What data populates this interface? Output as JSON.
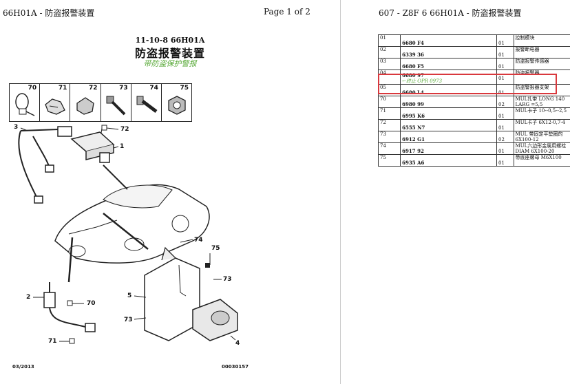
{
  "left_page": {
    "header_title": "66H01A - 防盗报警装置",
    "page_indicator": "Page 1 of 2",
    "ref_code": "11-10-8 66H01A",
    "title": "防盗报警装置",
    "subtitle": "带防盗保护警报",
    "strip_items": [
      "70",
      "71",
      "72",
      "73",
      "74",
      "75"
    ],
    "callouts": [
      "3",
      "72",
      "1",
      "74",
      "75",
      "73",
      "5",
      "73",
      "4",
      "2",
      "70",
      "71"
    ],
    "footer_date": "03/2013",
    "footer_code": "00030157"
  },
  "right_page": {
    "header_title": "607 - Z8F 6 66H01A - 防盗报警装置",
    "rows": [
      {
        "item": "01",
        "part": "6680 F4",
        "note": "",
        "qty": "01",
        "desc": "控制模块"
      },
      {
        "item": "02",
        "part": "6339 36",
        "note": "",
        "qty": "01",
        "desc": "报警断电器"
      },
      {
        "item": "03",
        "part": "6680 F5",
        "note": "",
        "qty": "01",
        "desc": "防盗报警传感器"
      },
      {
        "item": "04",
        "part": "6680 97",
        "note": "←终止 OPR 0973",
        "qty": "01",
        "desc": "防盗报警器"
      },
      {
        "item": "05",
        "part": "6680 L4",
        "note": "",
        "qty": "01",
        "desc": "防盗警报器支架"
      },
      {
        "item": "70",
        "part": "6980 99",
        "note": "",
        "qty": "02",
        "desc": "MUL扎带 LONG 140 LARG =5,5"
      },
      {
        "item": "71",
        "part": "6995 K6",
        "note": "",
        "qty": "01",
        "desc": "MUL卡子 10--0,5--2,5"
      },
      {
        "item": "72",
        "part": "6555 N7",
        "note": "",
        "qty": "01",
        "desc": "MUL卡子 6X12-0,7-4"
      },
      {
        "item": "73",
        "part": "6912 G1",
        "note": "",
        "qty": "02",
        "desc": "MUL 带固定平垫圈的 6X100-12"
      },
      {
        "item": "74",
        "part": "6917 92",
        "note": "",
        "qty": "01",
        "desc": "MUL六边形金属用螺栓 DIAM 6X100-20"
      },
      {
        "item": "75",
        "part": "6935 A6",
        "note": "",
        "qty": "01",
        "desc": "带底座螺母 M6X100"
      }
    ],
    "highlight_color": "#d9383d"
  }
}
